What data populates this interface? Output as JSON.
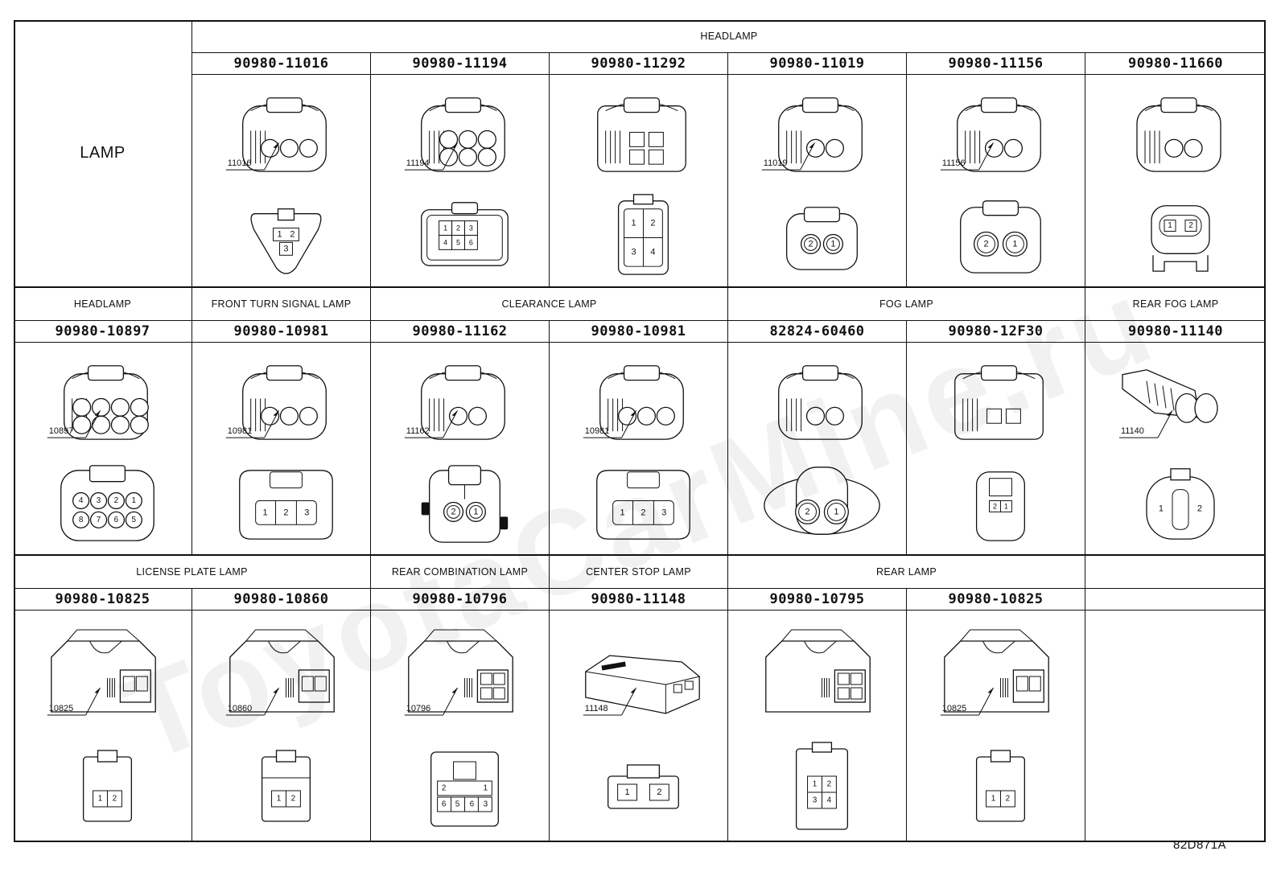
{
  "lamp_header": "LAMP",
  "figure_id": "82D871A",
  "watermark": "ToyotaCarMine.ru",
  "rows": [
    {
      "groups": [
        {
          "label": "HEADLAMP",
          "span": 6
        }
      ],
      "cells": [
        {
          "code": "90980-11016",
          "callout": "11016",
          "connector": {
            "variant": "rounded",
            "pins": 3,
            "face": "tri3",
            "labels": [
              "1",
              "2",
              "3"
            ]
          }
        },
        {
          "code": "90980-11194",
          "callout": "11194",
          "connector": {
            "variant": "round6",
            "pins": 6,
            "face": "grid6",
            "labels": [
              "1",
              "2",
              "3",
              "4",
              "5",
              "6"
            ]
          }
        },
        {
          "code": "90980-11292",
          "callout": "",
          "connector": {
            "variant": "square",
            "pins": 4,
            "face": "quad4",
            "labels": [
              "1",
              "2",
              "3",
              "4"
            ]
          }
        },
        {
          "code": "90980-11019",
          "callout": "11019",
          "connector": {
            "variant": "rounded",
            "pins": 2,
            "face": "round2",
            "labels": [
              "2",
              "1"
            ]
          }
        },
        {
          "code": "90980-11156",
          "callout": "11156",
          "connector": {
            "variant": "rounded",
            "pins": 2,
            "face": "round2big",
            "labels": [
              "2",
              "1"
            ]
          }
        },
        {
          "code": "90980-11660",
          "callout": "",
          "connector": {
            "variant": "rounded",
            "pins": 2,
            "face": "clip2",
            "labels": [
              "1",
              "2"
            ]
          }
        }
      ]
    },
    {
      "groups": [
        {
          "label": "HEADLAMP",
          "span": 1
        },
        {
          "label": "FRONT TURN SIGNAL LAMP",
          "span": 1
        },
        {
          "label": "CLEARANCE LAMP",
          "span": 2
        },
        {
          "label": "FOG LAMP",
          "span": 2
        },
        {
          "label": "REAR FOG LAMP",
          "span": 1
        }
      ],
      "cells": [
        {
          "code": "90980-10897",
          "callout": "10897",
          "connector": {
            "variant": "round8",
            "pins": 8,
            "face": "pins8",
            "labels": [
              "4",
              "3",
              "2",
              "1",
              "8",
              "7",
              "6",
              "5"
            ]
          }
        },
        {
          "code": "90980-10981",
          "callout": "10981",
          "connector": {
            "variant": "rounded",
            "pins": 3,
            "face": "row3",
            "labels": [
              "1",
              "2",
              "3"
            ]
          }
        },
        {
          "code": "90980-11162",
          "callout": "11162",
          "connector": {
            "variant": "rounded",
            "pins": 2,
            "face": "lock2",
            "labels": [
              "2",
              "1"
            ]
          }
        },
        {
          "code": "90980-10981",
          "callout": "10981",
          "connector": {
            "variant": "rounded",
            "pins": 3,
            "face": "row3",
            "labels": [
              "1",
              "2",
              "3"
            ]
          }
        },
        {
          "code": "82824-60460",
          "callout": "",
          "connector": {
            "variant": "rounded",
            "pins": 2,
            "face": "oval2",
            "labels": [
              "2",
              "1"
            ]
          }
        },
        {
          "code": "90980-12F30",
          "callout": "",
          "connector": {
            "variant": "square",
            "pins": 2,
            "face": "small2",
            "labels": [
              "2",
              "1"
            ]
          }
        },
        {
          "code": "90980-11140",
          "callout": "11140",
          "connector": {
            "variant": "tube",
            "pins": 2,
            "face": "clip2round",
            "labels": [
              "1",
              "2"
            ]
          }
        }
      ]
    },
    {
      "groups": [
        {
          "label": "LICENSE PLATE LAMP",
          "span": 2
        },
        {
          "label": "REAR COMBINATION LAMP",
          "span": 1
        },
        {
          "label": "CENTER STOP LAMP",
          "span": 1
        },
        {
          "label": "REAR LAMP",
          "span": 2
        },
        {
          "label": "",
          "span": 1
        }
      ],
      "cells": [
        {
          "code": "90980-10825",
          "callout": "10825",
          "connector": {
            "variant": "box",
            "pins": 2,
            "face": "box2",
            "labels": [
              "1",
              "2"
            ]
          }
        },
        {
          "code": "90980-10860",
          "callout": "10860",
          "connector": {
            "variant": "box",
            "pins": 2,
            "face": "box2b",
            "labels": [
              "1",
              "2"
            ]
          }
        },
        {
          "code": "90980-10796",
          "callout": "10796",
          "connector": {
            "variant": "box",
            "pins": 6,
            "face": "box6",
            "labels": [
              "2",
              "1",
              "6",
              "5",
              "6",
              "3"
            ]
          }
        },
        {
          "code": "90980-11148",
          "callout": "11148",
          "connector": {
            "variant": "flat",
            "pins": 2,
            "face": "flat2",
            "labels": [
              "1",
              "2"
            ]
          }
        },
        {
          "code": "90980-10795",
          "callout": "",
          "connector": {
            "variant": "box",
            "pins": 4,
            "face": "box4",
            "labels": [
              "1",
              "2",
              "3",
              "4"
            ]
          }
        },
        {
          "code": "90980-10825",
          "callout": "10825",
          "connector": {
            "variant": "box",
            "pins": 2,
            "face": "box2",
            "labels": [
              "1",
              "2"
            ]
          }
        },
        null
      ]
    }
  ]
}
